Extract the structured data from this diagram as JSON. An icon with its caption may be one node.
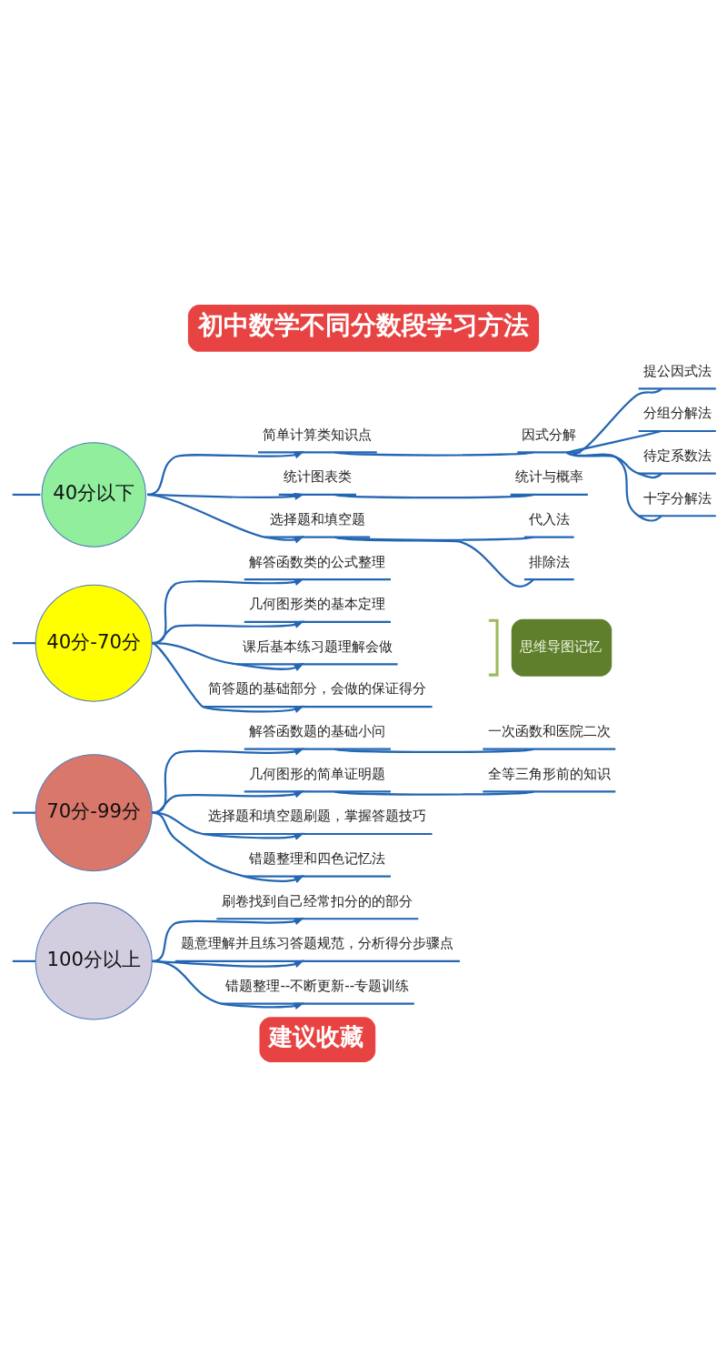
{
  "diagram": {
    "title": "初中数学不同分数段学习方法",
    "caption": "建议收藏",
    "nodes": [
      {
        "text": [
          "40分以下"
        ]
      },
      {
        "text": [
          "简单计算类知识点"
        ]
      },
      {
        "text": [
          "因式分解"
        ]
      },
      {
        "text": [
          "提公因式法"
        ]
      },
      {
        "text": [
          "分组分解法"
        ]
      },
      {
        "text": [
          "待定系数法"
        ]
      },
      {
        "text": [
          "十字分解法"
        ]
      },
      {
        "text": [
          "统计图表类"
        ]
      },
      {
        "text": [
          "统计与概率"
        ]
      },
      {
        "text": [
          "选择题和填空题"
        ]
      },
      {
        "text": [
          "代入法"
        ]
      },
      {
        "text": [
          "排除法"
        ]
      },
      {
        "text": [
          "40分-70分"
        ]
      },
      {
        "text": [
          "解答函数类的公式整理"
        ]
      },
      {
        "text": [
          "几何图形类的基本定理"
        ]
      },
      {
        "text": [
          "思维导图记忆"
        ]
      },
      {
        "text": [
          "课后基本练习题理解会做"
        ]
      },
      {
        "text": [
          "简答题的基础部分，会做的保证得分"
        ]
      },
      {
        "text": [
          "70分-99分"
        ]
      },
      {
        "text": [
          "解答函数题的基础小问"
        ]
      },
      {
        "text": [
          "一次函数和医院二次"
        ]
      },
      {
        "text": [
          "几何图形的简单证明题"
        ]
      },
      {
        "text": [
          "全等三角形前的知识"
        ]
      },
      {
        "text": [
          "选择题和填空题刷题，掌握答题技巧"
        ]
      },
      {
        "text": [
          "错题整理和四色记忆法"
        ]
      },
      {
        "text": [
          "100分以上"
        ]
      },
      {
        "text": [
          "刷卷找到自己经常扣分的的部分"
        ]
      },
      {
        "text": [
          "题意理解并且练习答题规范，分析得分步骤点"
        ]
      },
      {
        "text": [
          "错题整理--不断更新--专题训练"
        ]
      }
    ],
    "edges": [
      {
        "from": null,
        "to": 0,
        "arrow": "none"
      },
      {
        "from": 0,
        "to": 1,
        "arrow": "to"
      },
      {
        "from": 1,
        "to": 2,
        "arrow": "none"
      },
      {
        "from": 2,
        "to": 3,
        "arrow": "none"
      },
      {
        "from": 2,
        "to": 4,
        "arrow": "none"
      },
      {
        "from": 2,
        "to": 5,
        "arrow": "none"
      },
      {
        "from": 2,
        "to": 6,
        "arrow": "none"
      },
      {
        "from": 0,
        "to": 7,
        "arrow": "to"
      },
      {
        "from": 7,
        "to": 8,
        "arrow": "none"
      },
      {
        "from": 0,
        "to": 9,
        "arrow": "to"
      },
      {
        "from": 9,
        "to": 10,
        "arrow": "none"
      },
      {
        "from": 9,
        "to": 11,
        "arrow": "none"
      },
      {
        "from": null,
        "to": 12,
        "arrow": "none"
      },
      {
        "from": 12,
        "to": 13,
        "arrow": "to"
      },
      {
        "from": 12,
        "to": 14,
        "arrow": "to"
      },
      {
        "from": 12,
        "to": 16,
        "arrow": "to"
      },
      {
        "from": 12,
        "to": 17,
        "arrow": "to"
      },
      {
        "from": null,
        "to": 18,
        "arrow": "none"
      },
      {
        "from": 18,
        "to": 19,
        "arrow": "to"
      },
      {
        "from": 19,
        "to": 20,
        "arrow": "none"
      },
      {
        "from": 18,
        "to": 21,
        "arrow": "to"
      },
      {
        "from": 21,
        "to": 22,
        "arrow": "none"
      },
      {
        "from": 18,
        "to": 23,
        "arrow": "to"
      },
      {
        "from": 18,
        "to": 24,
        "arrow": "to"
      },
      {
        "from": null,
        "to": 25,
        "arrow": "none"
      },
      {
        "from": 25,
        "to": 26,
        "arrow": "to"
      },
      {
        "from": 25,
        "to": 27,
        "arrow": "to"
      },
      {
        "from": 25,
        "to": 28,
        "arrow": "to"
      }
    ]
  }
}
